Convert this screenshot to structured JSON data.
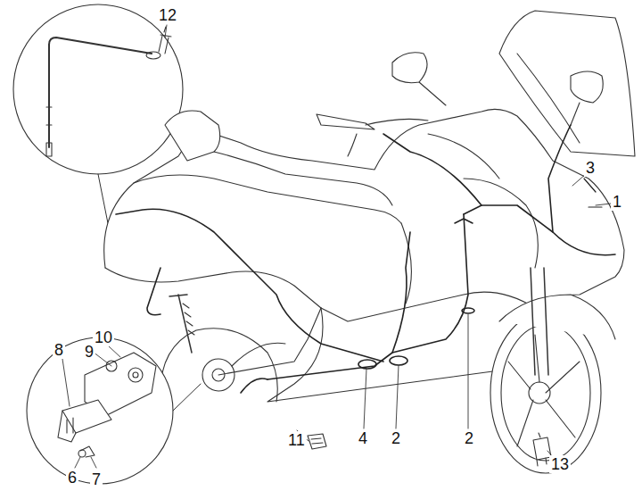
{
  "diagram": {
    "labels": [
      "12",
      "3",
      "1",
      "10",
      "9",
      "8",
      "11",
      "4",
      "2",
      "2",
      "13",
      "6",
      "7"
    ]
  }
}
